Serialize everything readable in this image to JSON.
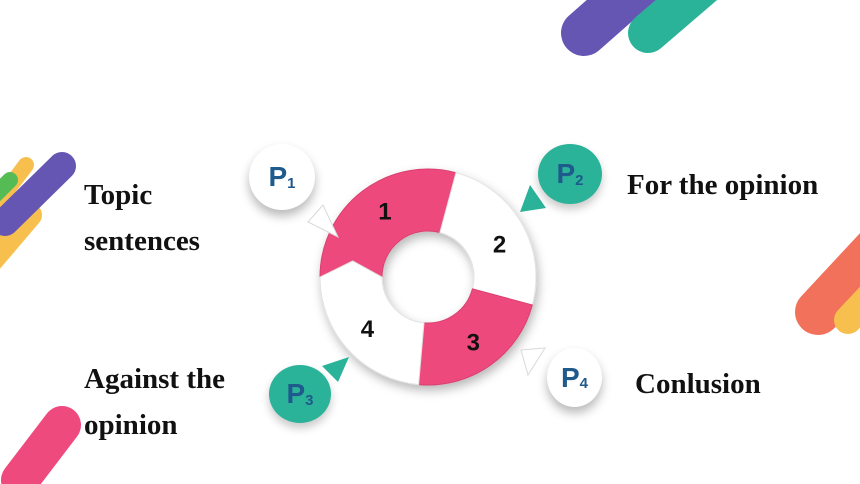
{
  "labels": {
    "topic": [
      "Topic",
      "sentences"
    ],
    "for": "For the opinion",
    "against": [
      "Against the",
      "opinion"
    ],
    "conclusion": "Conlusion"
  },
  "cycle": {
    "segments": [
      "1",
      "2",
      "3",
      "4"
    ]
  },
  "bubbles": [
    {
      "letter": "P",
      "sub": "1"
    },
    {
      "letter": "P",
      "sub": "2"
    },
    {
      "letter": "P",
      "sub": "3"
    },
    {
      "letter": "P",
      "sub": "4"
    }
  ],
  "colors": {
    "pink": "#ee4a7d",
    "teal": "#2bb39a",
    "purple": "#6656b4",
    "orange": "#f2715a",
    "yellow": "#f7c04e",
    "green": "#55bb55",
    "navy_text": "#1f5a8c"
  }
}
